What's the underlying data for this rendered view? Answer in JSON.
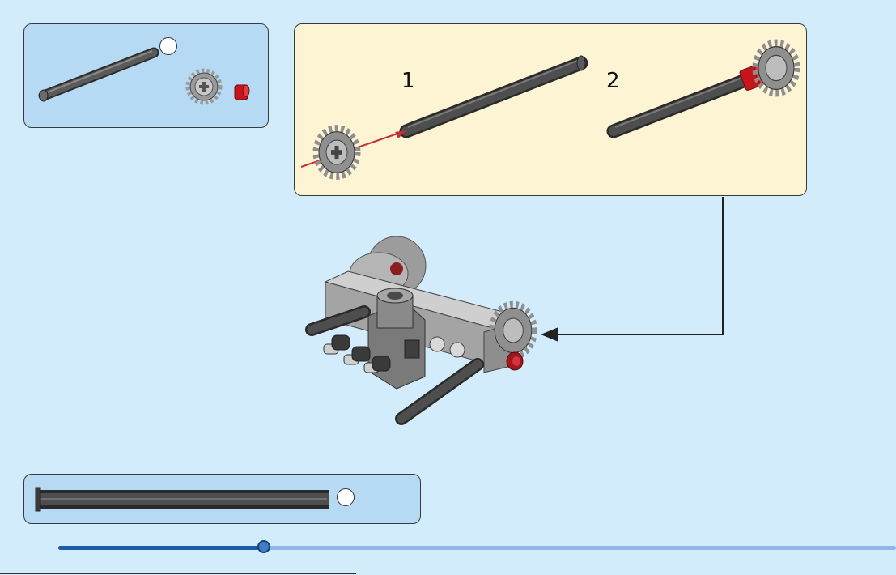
{
  "parts_list": {
    "axle_qty": "",
    "items": [
      "axle",
      "gear",
      "bushing"
    ]
  },
  "steps": [
    {
      "number": "1"
    },
    {
      "number": "2"
    }
  ],
  "ruler": {
    "qty": ""
  },
  "progress": {
    "value": 0.245
  },
  "colors": {
    "background": "#d3ecfb",
    "parts_panel": "#b6daf4",
    "steps_panel": "#fdf4d3",
    "axle": "#4a4a4a",
    "gear": "#b8b8b8",
    "bushing": "#c8151d",
    "arrow_red": "#c62d3a",
    "progress_fill": "#1d5da6",
    "progress_track": "#8fb6e6"
  },
  "icons": [
    "axle-icon",
    "gear-icon",
    "bushing-icon",
    "arrow-icon",
    "assembly-icon"
  ]
}
